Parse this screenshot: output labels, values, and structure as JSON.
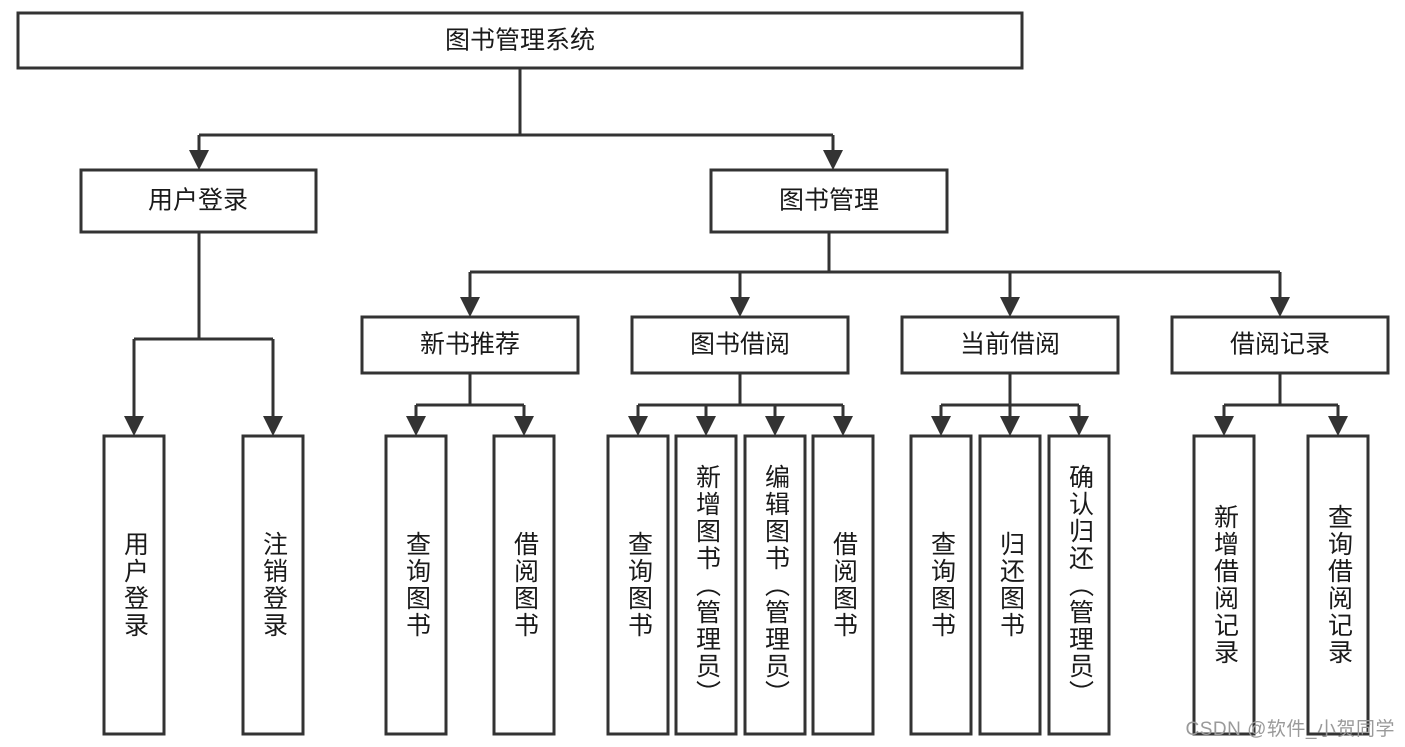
{
  "diagram": {
    "title": "图书管理系统",
    "type": "tree-hierarchy-chart",
    "watermark": "CSDN @软件_小贺同学",
    "colors": {
      "box_stroke": "#333333",
      "box_fill": "#ffffff",
      "text": "#1a1a1a",
      "background": "#ffffff",
      "watermark": "#9a9a9a"
    },
    "root": {
      "label": "图书管理系统"
    },
    "level2": [
      {
        "label": "用户登录"
      },
      {
        "label": "图书管理"
      }
    ],
    "level3": [
      {
        "label": "新书推荐"
      },
      {
        "label": "图书借阅"
      },
      {
        "label": "当前借阅"
      },
      {
        "label": "借阅记录"
      }
    ],
    "leaves": {
      "user_login": [
        {
          "label": "用户登录"
        },
        {
          "label": "注销登录"
        }
      ],
      "new_book_recommend": [
        {
          "label": "查询图书"
        },
        {
          "label": "借阅图书"
        }
      ],
      "book_borrow": [
        {
          "label": "查询图书"
        },
        {
          "label": "新增图书（管理员）"
        },
        {
          "label": "编辑图书（管理员）"
        },
        {
          "label": "借阅图书"
        }
      ],
      "current_borrow": [
        {
          "label": "查询图书"
        },
        {
          "label": "归还图书"
        },
        {
          "label": "确认归还（管理员）"
        }
      ],
      "borrow_record": [
        {
          "label": "新增借阅记录"
        },
        {
          "label": "查询借阅记录"
        }
      ]
    }
  }
}
